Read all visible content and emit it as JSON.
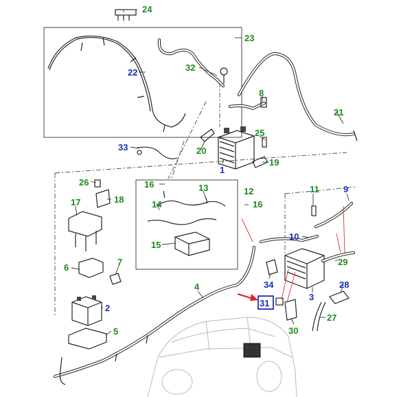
{
  "diagram": {
    "colors": {
      "callout_green": "#1e8a1e",
      "callout_blue": "#1a2fb5",
      "highlight_arrow": "#e02020",
      "highlight_box": "#1a2fb5"
    },
    "highlighted_callout": "31",
    "callouts": {
      "c1": "1",
      "c2": "2",
      "c3": "3",
      "c4": "4",
      "c5": "5",
      "c6": "6",
      "c7": "7",
      "c8": "8",
      "c9": "9",
      "c10": "10",
      "c11": "11",
      "c12": "12",
      "c13": "13",
      "c14": "14",
      "c15": "15",
      "c16a": "16",
      "c16b": "16",
      "c17": "17",
      "c18": "18",
      "c19": "19",
      "c20": "20",
      "c21": "21",
      "c22": "22",
      "c23": "23",
      "c24": "24",
      "c25": "25",
      "c26": "26",
      "c27": "27",
      "c28": "28",
      "c29": "29",
      "c30": "30",
      "c31": "31",
      "c32": "32",
      "c33": "33",
      "c34": "34"
    }
  }
}
